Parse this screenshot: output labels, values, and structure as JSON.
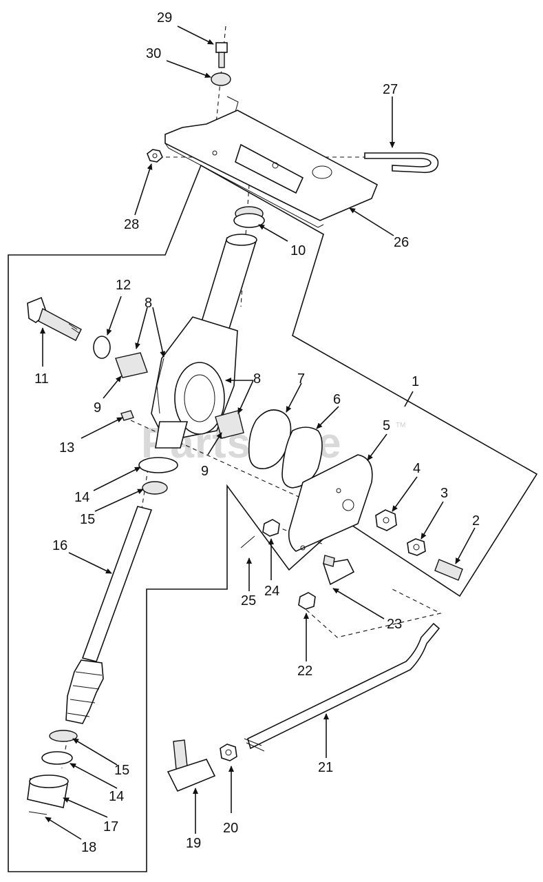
{
  "diagram": {
    "watermark": "PartsTree",
    "watermark_tm": "TM",
    "callouts": [
      "29",
      "30",
      "27",
      "28",
      "26",
      "10",
      "12",
      "8",
      "11",
      "9",
      "1",
      "8",
      "7",
      "6",
      "5",
      "13",
      "9",
      "4",
      "3",
      "14",
      "15",
      "2",
      "16",
      "24",
      "25",
      "23",
      "22",
      "21",
      "15",
      "14",
      "17",
      "20",
      "19",
      "18"
    ]
  }
}
